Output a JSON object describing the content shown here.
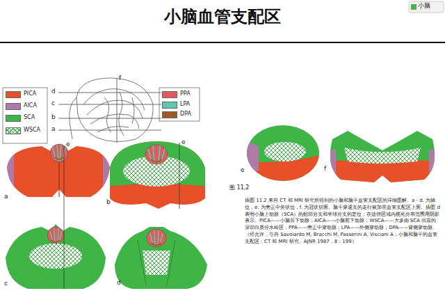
{
  "diagram": {
    "title": "小脑血管支配区",
    "caption": "插图 11.2 来自 CT 和 MRI 研究所得到的小脑和脑干血管支配区的详细图解。a－d. 为轴位，e. 为旁正中矢状位，f. 为冠状切面。脑干穿通支的走行被加在血管支配区上面。插图 d 表明小脑上动脉（SCA）的蚓部分支和半球分支的定位；在这些区域内梗死分布范围用阴影表示。PICA——小脑后下动脉；AICA——小脑前下动脉；WSCA——大多由 SCA 供应的深部白质分水岭区；PPA——旁正中穿动脉；LPA——外侧穿动脉；DPA——背侧穿动脉。（经允许，引自 Savoiardo M, Bracchi M, Passerini A, Visciani A：小脑和脑干的血管支配区：CT 和 MRI 研究。AJNR 1987，8：199）",
    "labels": [
      "小脑",
      "d",
      "c",
      "b",
      "a",
      "f",
      "e",
      "e",
      "a",
      "b",
      "c",
      "d",
      "e",
      "f",
      "图 11,2"
    ],
    "legend": [
      {
        "text": "PICA",
        "color": "#e8502a"
      },
      {
        "text": "AICA",
        "color": "#b07aa6"
      },
      {
        "text": "SCA",
        "color": "#3fb548"
      },
      {
        "text": "WSCA"
      },
      {
        "text": "PPA",
        "color": "#e25a5a"
      },
      {
        "text": "LPA",
        "color": "#5cc8b0"
      },
      {
        "text": "DPA",
        "color": "#9a5a2a"
      }
    ]
  }
}
